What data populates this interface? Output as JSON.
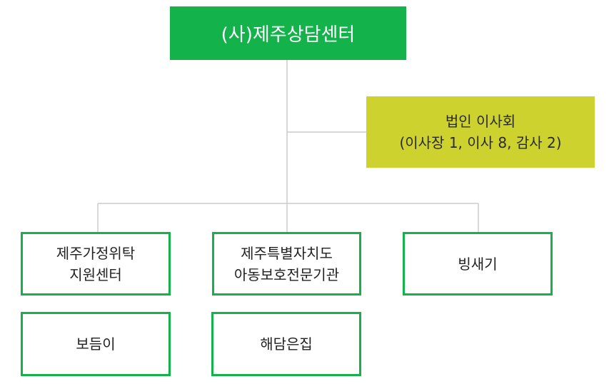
{
  "org_chart": {
    "root": {
      "label": "(사)제주상담센터"
    },
    "board": {
      "line1": "법인 이사회",
      "line2": "(이사장 1, 이사 8, 감사 2)"
    },
    "units": [
      {
        "line1": "제주가정위탁",
        "line2": "지원센터"
      },
      {
        "line1": "제주특별자치도",
        "line2": "아동보호전문기관"
      },
      {
        "line1": "빙새기"
      },
      {
        "line1": "보듬이"
      },
      {
        "line1": "해담은집"
      }
    ]
  },
  "colors": {
    "root_fill": "#13b24a",
    "board_fill": "#cdd22f",
    "box_border": "#13b24a",
    "connector": "#cccccc"
  }
}
